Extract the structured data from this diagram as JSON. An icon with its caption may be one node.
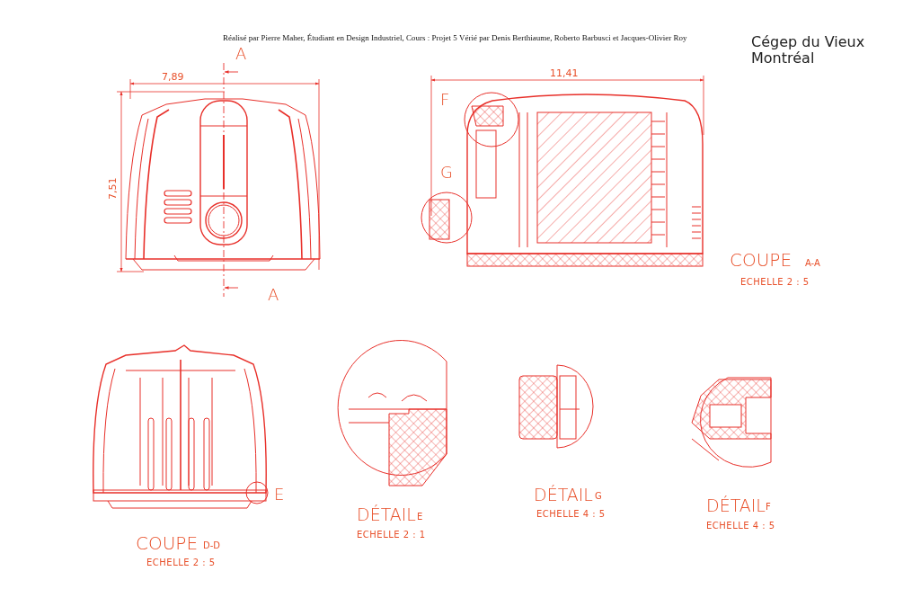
{
  "diagram": {
    "labels": [
      "Réalisé par Pierre Maher, Étudiant en Design Industriel, Cours : Projet 5 Vérié par Denis Berthiaume, Roberto Barbusci et Jacques-Olivier Roy",
      "Cégep du Vieux Montréal",
      "A",
      "7,89",
      "11,41",
      "F",
      "7,51",
      "G",
      "COUPE",
      "A-A",
      "A",
      "ECHELLE 2 : 5",
      "E",
      "DÉTAIL",
      "G",
      "ECHELLE 4 : 5",
      "DÉTAIL",
      "E",
      "DÉTAIL",
      "F",
      "ECHELLE 2 : 1",
      "ECHELLE 4 : 5",
      "COUPE",
      "D-D",
      "ECHELLE 2 : 5"
    ]
  }
}
